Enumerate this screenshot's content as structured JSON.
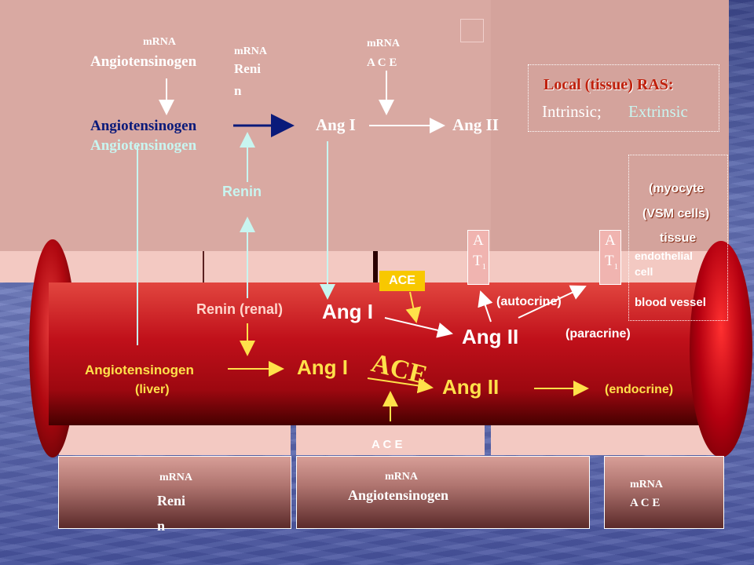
{
  "top": {
    "mrna_agt_label": "mRNA",
    "agt_gene": "Angiotensinogen",
    "mrna_renin_label": "mRNA",
    "renin_gene_a": "Reni",
    "renin_gene_b": "n",
    "mrna_ace_label": "mRNA",
    "ace_gene": "A C E",
    "agt_protein": "Angiotensinogen",
    "agt_shadow": "Angiotensinogen",
    "ang1": "Ang I",
    "ang2": "Ang II",
    "renin": "Renin"
  },
  "local_ras": {
    "title": "Local (tissue) RAS:",
    "intrinsic": "Intrinsic;",
    "extrinsic": "Extrinsic"
  },
  "tissue": {
    "myocyte": "(myocyte",
    "vsm": "(VSM cells)",
    "tissue": "tissue",
    "endothelial": "endothelial",
    "cell": "cell",
    "blood_vessel": "blood vessel"
  },
  "receptors": {
    "at1_a": "A",
    "at1_b": "T",
    "at1_sub": "1"
  },
  "vessel": {
    "ace_small": "ACE",
    "renin_renal": "Renin (renal)",
    "ang1_upper": "Ang I",
    "ang2_upper": "Ang  II",
    "autocrine": "(autocrine)",
    "paracrine": "(paracrine)",
    "ace_big": "ACE",
    "agt_liver": "Angiotensinogen",
    "liver": "(liver)",
    "ang1_lower": "Ang I",
    "ang2_lower": "Ang  II",
    "endocrine": "(endocrine)"
  },
  "bottom": {
    "ace_label": "A C E",
    "box1_mrna": "mRNA",
    "box1_gene_a": "Reni",
    "box1_gene_b": "n",
    "box2_mrna": "mRNA",
    "box2_gene": "Angiotensinogen",
    "box3_mrna": "mRNA",
    "box3_gene": "A C E"
  },
  "colors": {
    "navy_text": "#0a1a7a",
    "white_text": "#ffffff",
    "cyan_arrow": "#c8f5f0",
    "yellow": "#ffe14a",
    "local_red": "#c0200c"
  }
}
